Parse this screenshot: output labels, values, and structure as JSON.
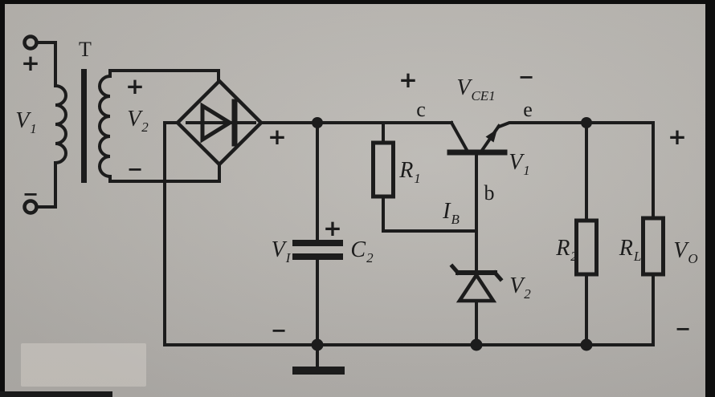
{
  "colors": {
    "paper": "#b9b6b1",
    "ink": "#1c1c1c",
    "frame": "#0e0e0e"
  },
  "labels": {
    "transformer_tag": "T",
    "source_plus": "+",
    "source_v": {
      "main": "V",
      "sub": "1"
    },
    "source_minus": "−",
    "secondary_plus": "+",
    "secondary_v": {
      "main": "V",
      "sub": "2"
    },
    "secondary_minus": "−",
    "bridge_output_plus": "+",
    "input_v": {
      "main": "V",
      "sub": "I"
    },
    "cap_plus": "+",
    "cap": {
      "main": "C",
      "sub": "2"
    },
    "ground_minus": "−",
    "r1": {
      "main": "R",
      "sub": "1"
    },
    "base_current": {
      "main": "I",
      "sub": "B"
    },
    "vce_plus": "+",
    "vce": {
      "main": "V",
      "sub": "CE1"
    },
    "vce_minus": "−",
    "collector_terminal": "c",
    "emitter_terminal": "e",
    "base_terminal": "b",
    "transistor_v": {
      "main": "V",
      "sub": "1"
    },
    "zener_v": {
      "main": "V",
      "sub": "2"
    },
    "r2": {
      "main": "R",
      "sub": "2"
    },
    "rl": {
      "main": "R",
      "sub": "L"
    },
    "output_v": {
      "main": "V",
      "sub": "O"
    },
    "output_plus": "+",
    "output_minus": "−"
  }
}
